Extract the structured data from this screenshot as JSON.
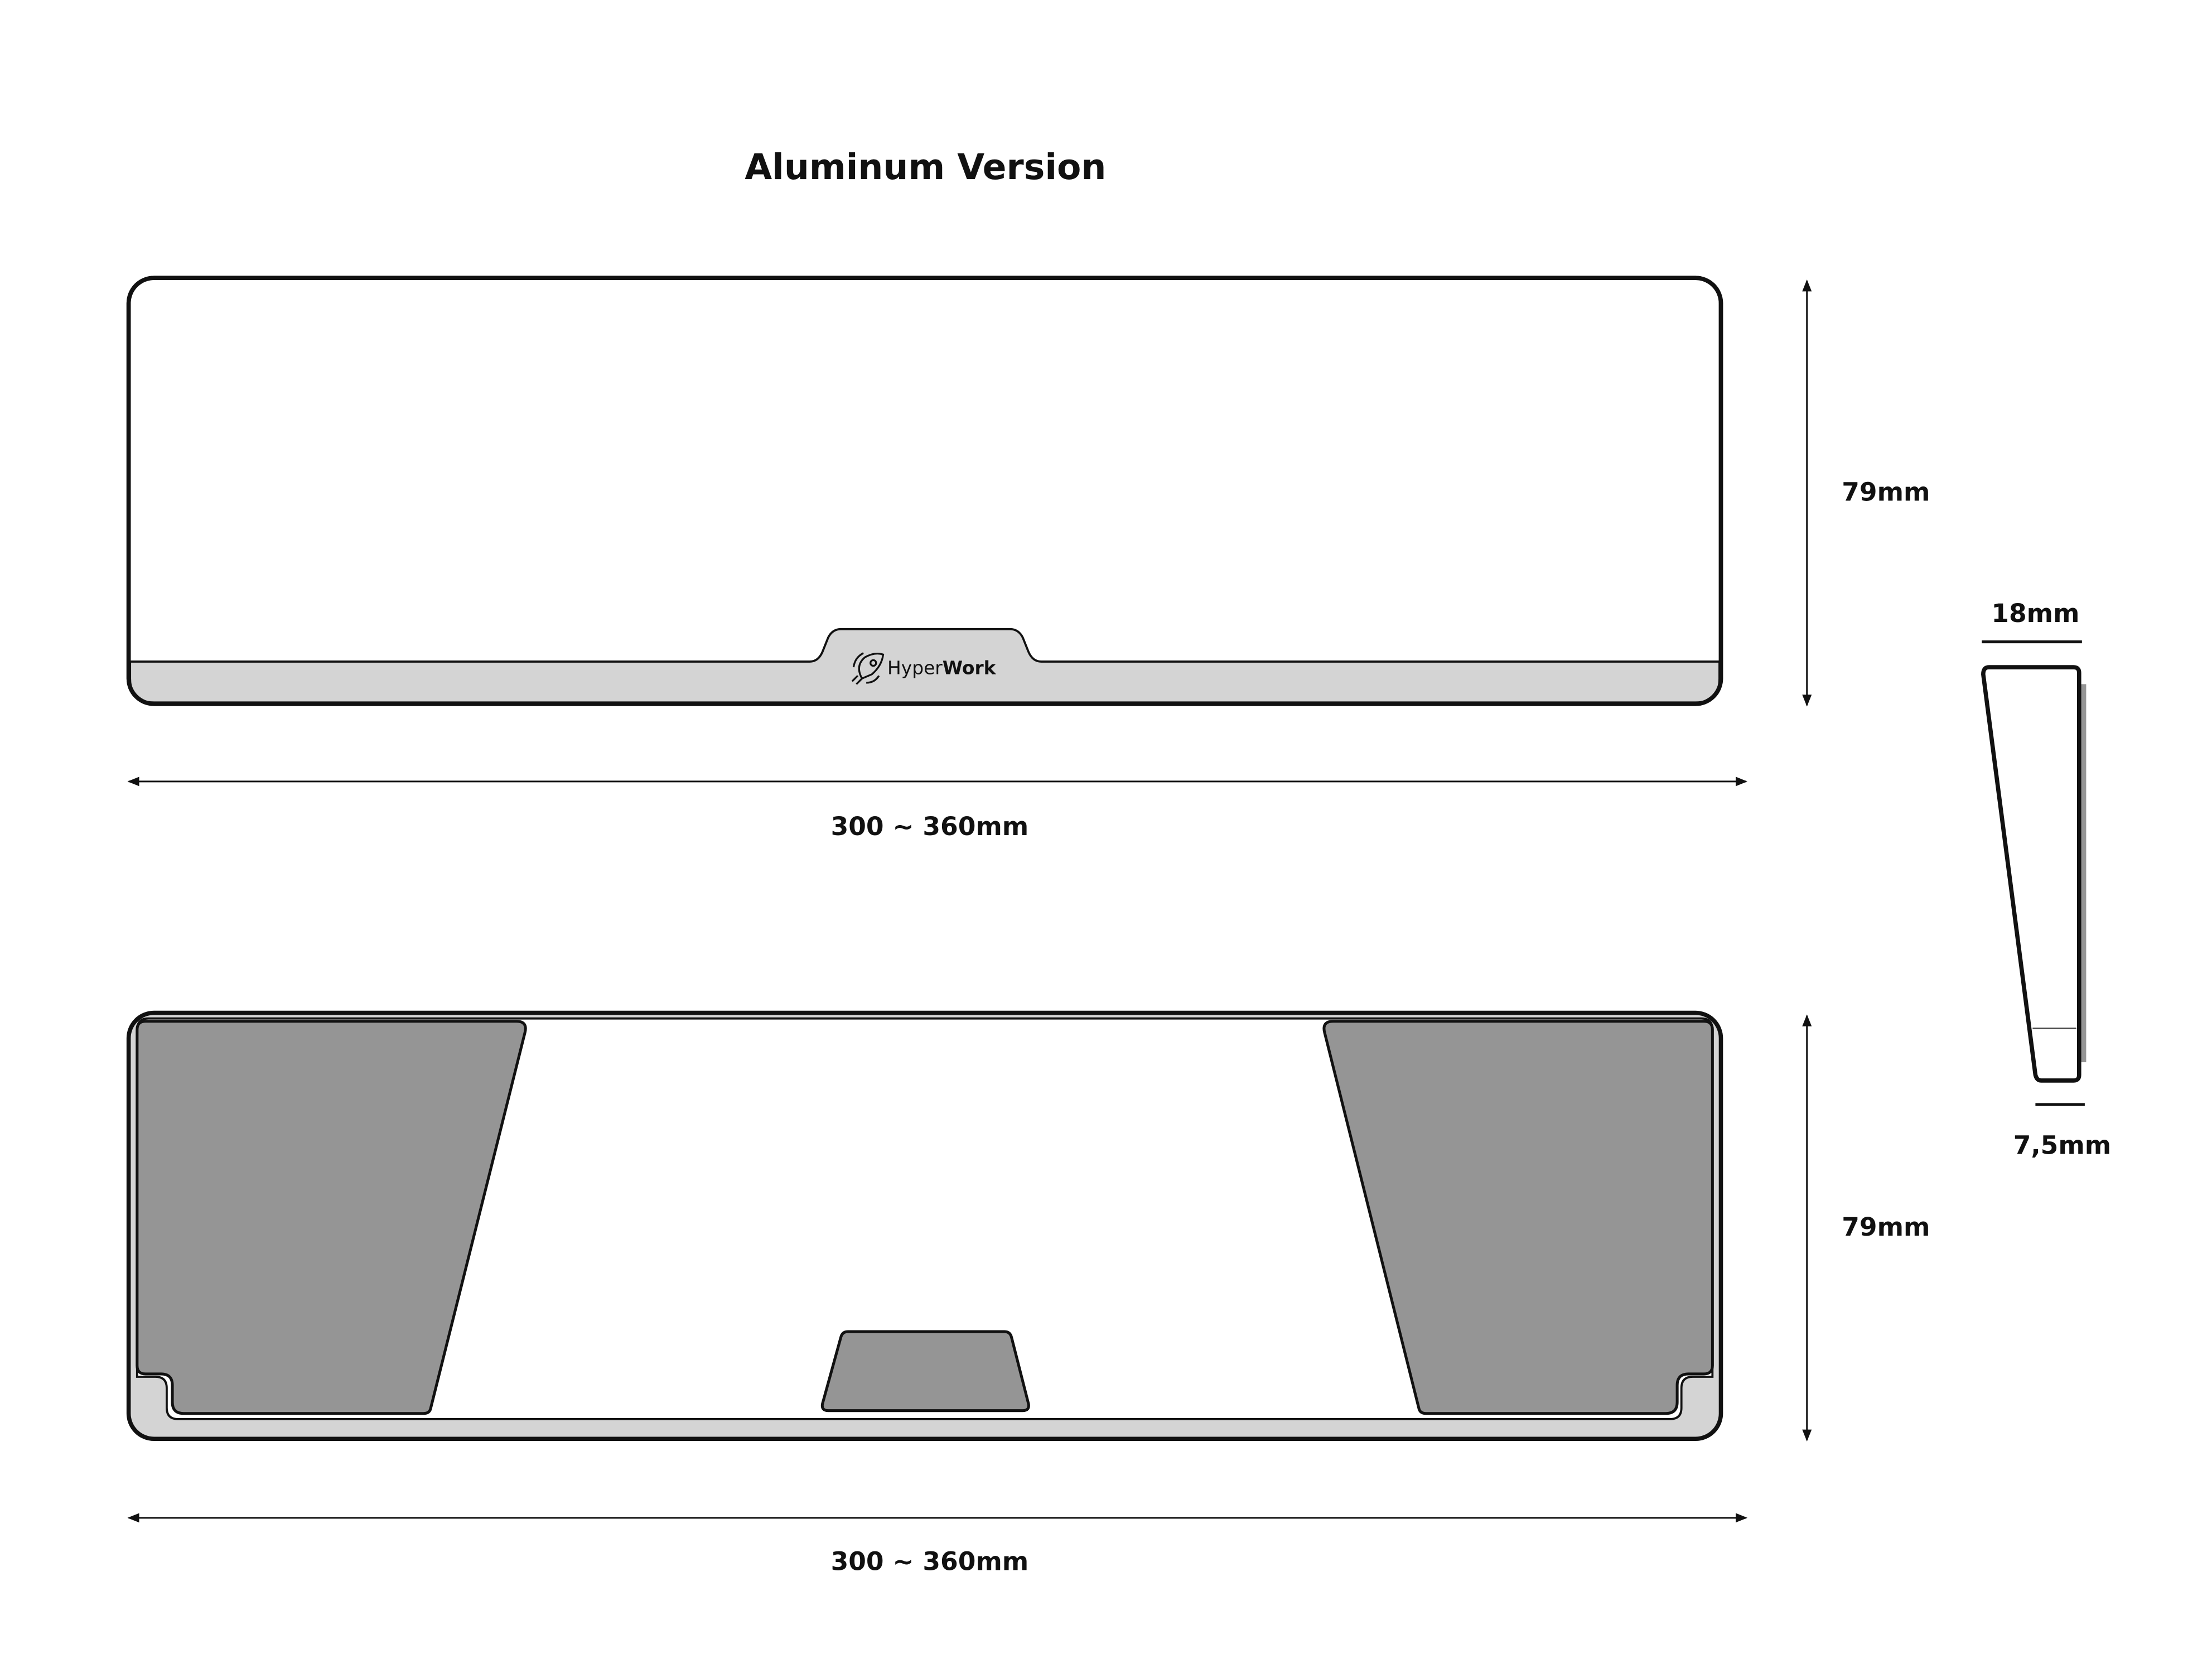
{
  "title": "Aluminum Version",
  "top_view": {
    "logo_text_light": "Hyper",
    "logo_text_bold": "Work",
    "height_label": "79mm",
    "width_label": "300 ~ 360mm"
  },
  "bottom_view": {
    "height_label": "79mm",
    "width_label": "300 ~ 360mm"
  },
  "side_profile": {
    "top_width_label": "18mm",
    "bottom_width_label": "7,5mm"
  },
  "colors": {
    "outline": "#111111",
    "light_gray": "#d4d4d4",
    "pad_gray": "#959595"
  }
}
